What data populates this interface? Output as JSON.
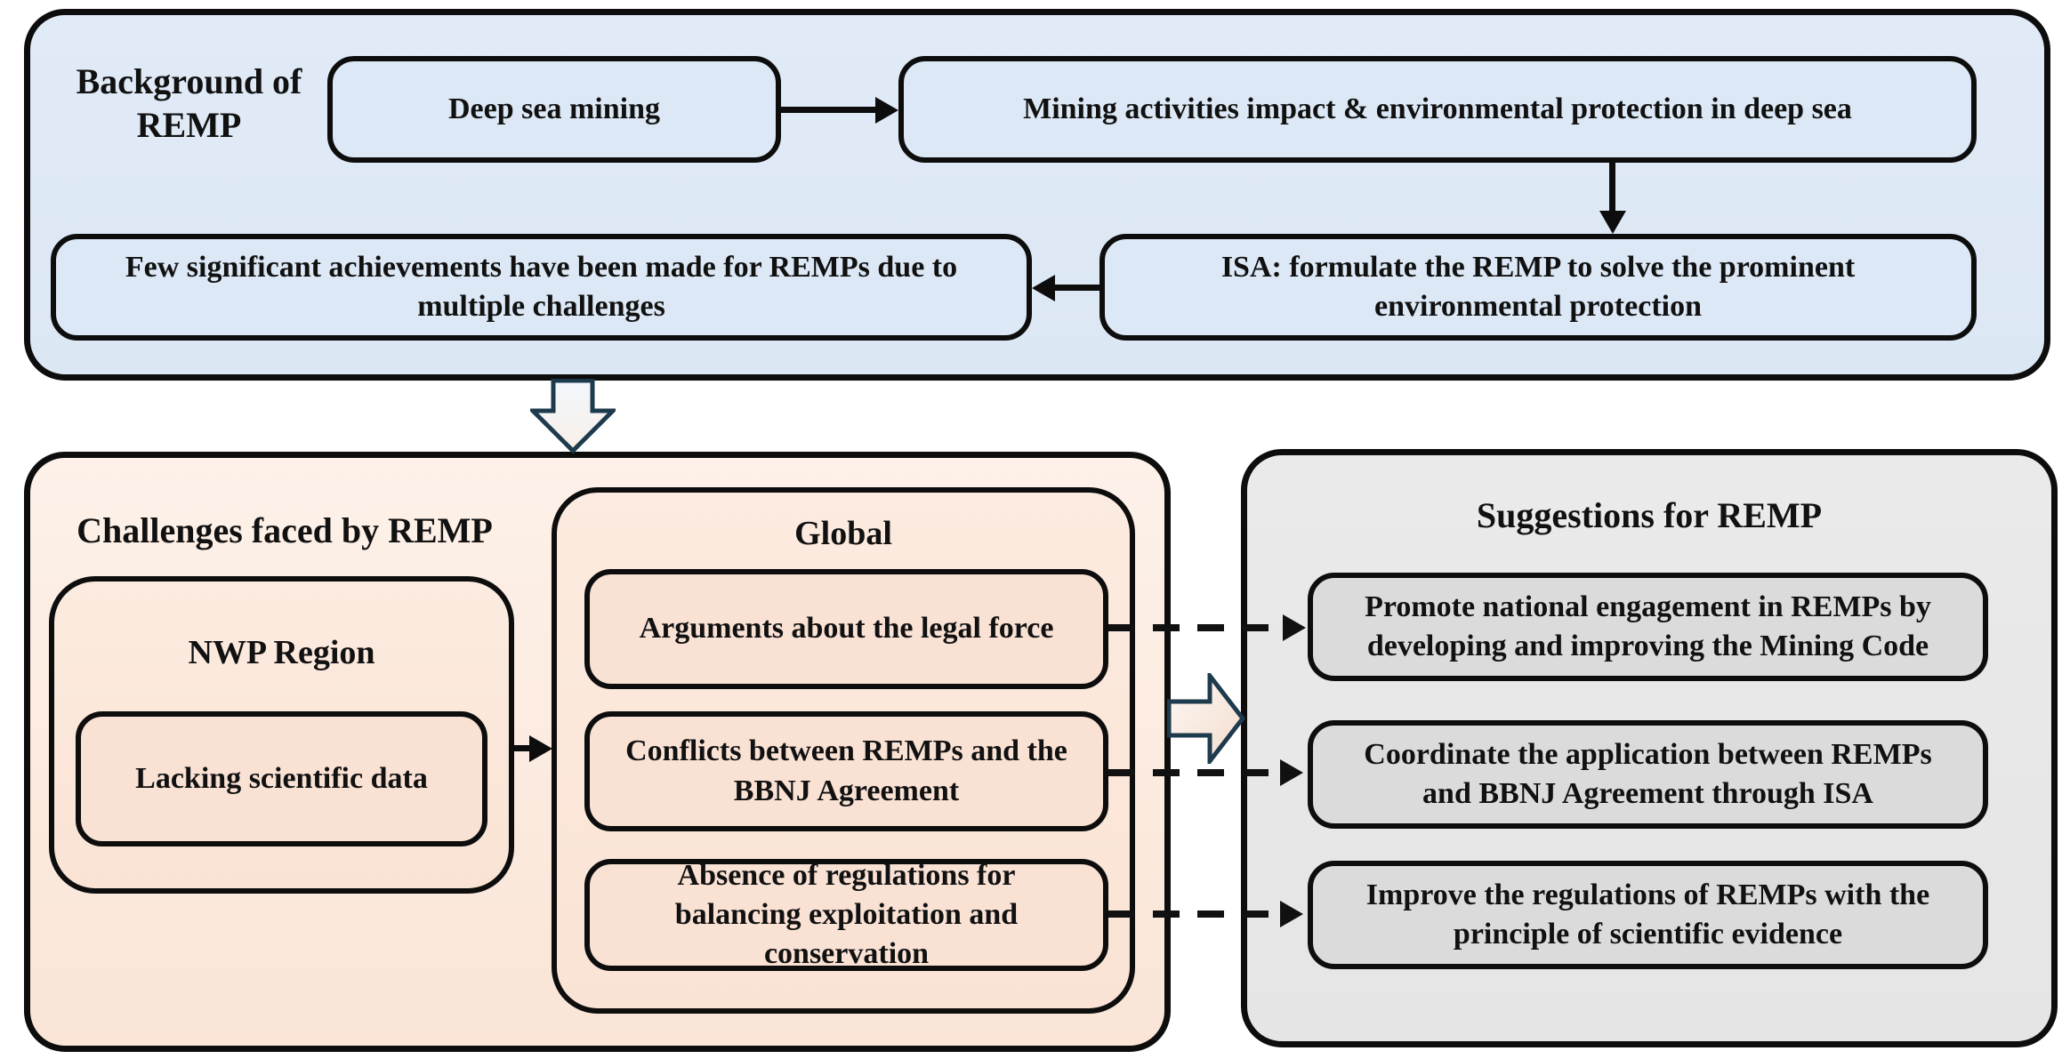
{
  "colors": {
    "section_blue": "#dfe9f5",
    "section_peach": "#fceee3",
    "peach_leaf_box": "#f9e1d4",
    "section_gray": "#e9e9e9",
    "gray_leaf_box": "#dbdbdb",
    "border_black": "#0d0d0d",
    "block_arrow_outline": "#1e3a4d"
  },
  "background_section": {
    "title": "Background of REMP",
    "deep_sea_box": "Deep sea mining",
    "mining_impact_box": "Mining activities impact & environmental protection in deep sea",
    "isa_box": "ISA: formulate the REMP to solve the prominent environmental protection",
    "few_achievements_box": "Few significant achievements have been made for REMPs due to multiple challenges"
  },
  "challenges_section": {
    "title": "Challenges faced by REMP",
    "nwp": {
      "title": "NWP Region",
      "lacking_box": "Lacking scientific data"
    },
    "global": {
      "title": "Global",
      "items": [
        {
          "label": "Arguments about the legal force"
        },
        {
          "label": "Conflicts between REMPs and the BBNJ Agreement"
        },
        {
          "label": "Absence of regulations for balancing exploitation and conservation"
        }
      ]
    }
  },
  "suggestions_section": {
    "title": "Suggestions for REMP",
    "items": [
      {
        "label": "Promote national engagement in REMPs by developing and improving the Mining Code"
      },
      {
        "label": "Coordinate the application between REMPs and BBNJ Agreement through ISA"
      },
      {
        "label": "Improve the regulations of REMPs with the principle of scientific evidence"
      }
    ]
  }
}
